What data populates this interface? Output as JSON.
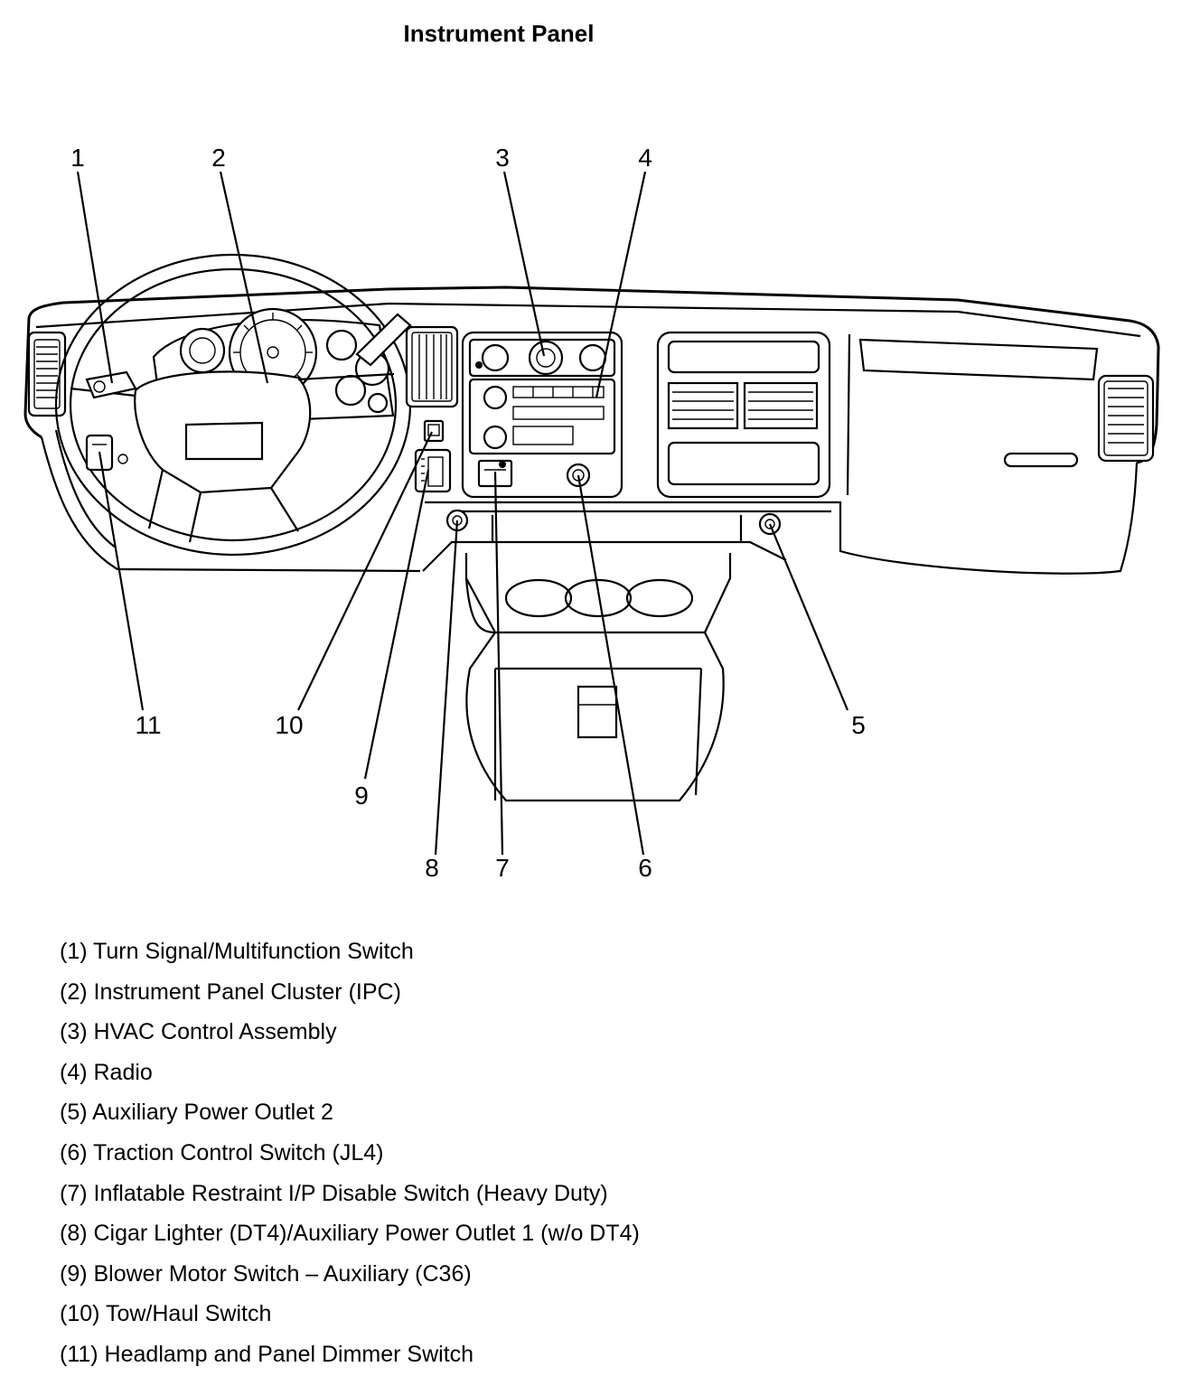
{
  "title": "Instrument Panel",
  "callouts": [
    {
      "id": "1",
      "label": "1"
    },
    {
      "id": "2",
      "label": "2"
    },
    {
      "id": "3",
      "label": "3"
    },
    {
      "id": "4",
      "label": "4"
    },
    {
      "id": "5",
      "label": "5"
    },
    {
      "id": "6",
      "label": "6"
    },
    {
      "id": "7",
      "label": "7"
    },
    {
      "id": "8",
      "label": "8"
    },
    {
      "id": "9",
      "label": "9"
    },
    {
      "id": "10",
      "label": "10"
    },
    {
      "id": "11",
      "label": "11"
    }
  ],
  "legend": [
    "(1) Turn Signal/Multifunction Switch",
    "(2) Instrument Panel Cluster (IPC)",
    "(3) HVAC Control Assembly",
    "(4) Radio",
    "(5) Auxiliary Power Outlet 2",
    "(6) Traction Control Switch (JL4)",
    "(7) Inflatable Restraint I/P Disable Switch (Heavy Duty)",
    "(8) Cigar Lighter (DT4)/Auxiliary Power Outlet 1 (w/o DT4)",
    "(9) Blower Motor Switch – Auxiliary (C36)",
    "(10) Tow/Haul Switch",
    "(11) Headlamp and Panel Dimmer Switch"
  ]
}
